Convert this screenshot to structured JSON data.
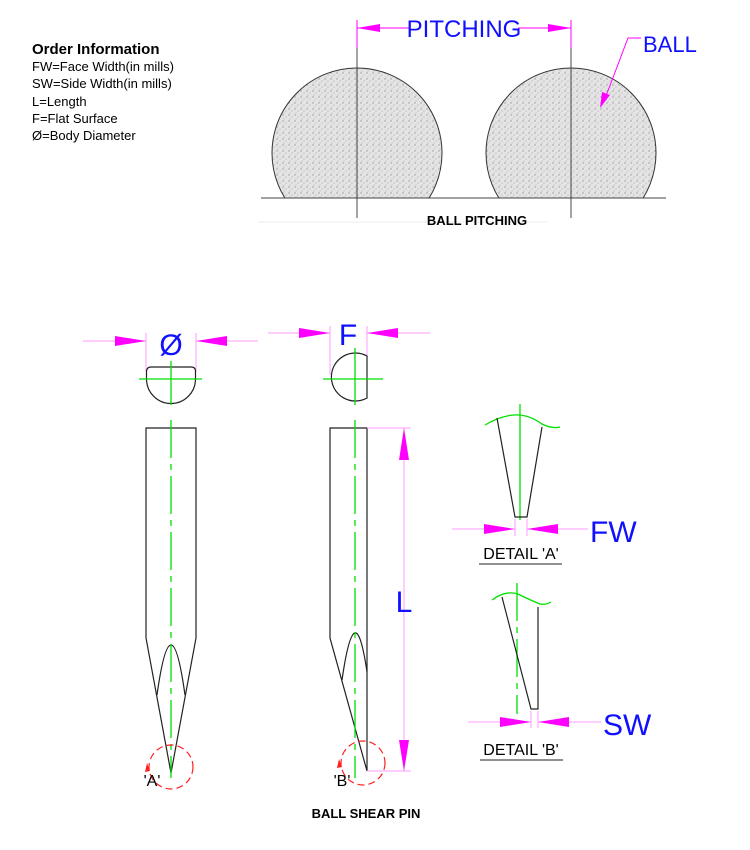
{
  "order_info": {
    "title": "Order Information",
    "lines": [
      "FW=Face Width(in mills)",
      "SW=Side Width(in mills)",
      "L=Length",
      "F=Flat Surface",
      "Ø=Body Diameter"
    ]
  },
  "ball_pitching": {
    "dimension_label": "PITCHING",
    "ball_label": "BALL",
    "caption": "BALL PITCHING"
  },
  "shear_pin": {
    "diameter_label": "Ø",
    "flat_label": "F",
    "length_label": "L",
    "detail_a_marker": "'A'",
    "detail_b_marker": "'B'",
    "caption": "BALL SHEAR PIN"
  },
  "details": {
    "fw_label": "FW",
    "sw_label": "SW",
    "detail_a_title": "DETAIL 'A'",
    "detail_b_title": "DETAIL 'B'"
  },
  "colors": {
    "dimension": "#ff00ff",
    "label": "#1010ff",
    "centerline": "#00e000",
    "detail_circle": "#ff2020"
  }
}
